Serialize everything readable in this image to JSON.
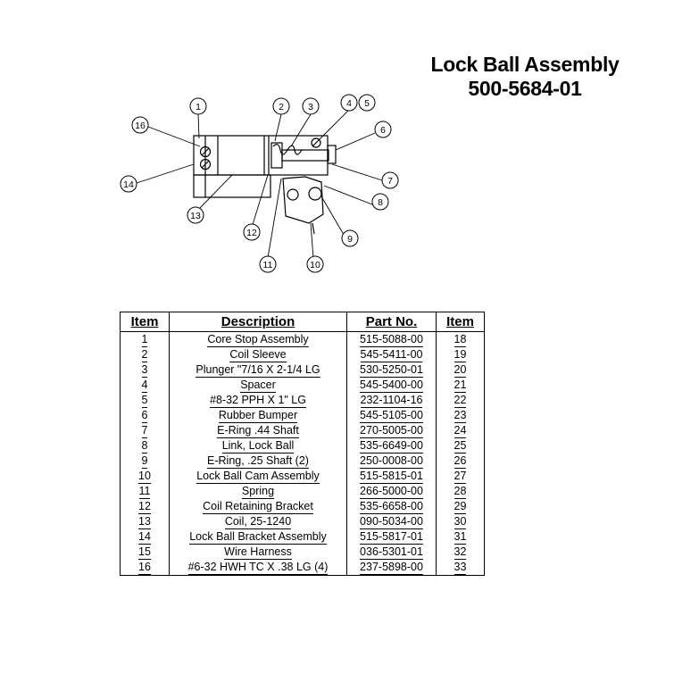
{
  "title": "Lock Ball Assembly",
  "part_number": "500-5684-01",
  "diagram": {
    "callouts": [
      "1",
      "2",
      "3",
      "4",
      "5",
      "6",
      "7",
      "8",
      "9",
      "10",
      "11",
      "12",
      "13",
      "14",
      "16"
    ]
  },
  "table": {
    "headers": [
      "Item",
      "Description",
      "Part No.",
      "Item"
    ],
    "rows": [
      {
        "item": "1",
        "description": "Core Stop Assembly",
        "part_no": "515-5088-00",
        "item2": "18"
      },
      {
        "item": "2",
        "description": "Coil Sleeve",
        "part_no": "545-5411-00",
        "item2": "19"
      },
      {
        "item": "3",
        "description": "Plunger \"7/16 X 2-1/4 LG",
        "part_no": "530-5250-01",
        "item2": "20"
      },
      {
        "item": "4",
        "description": "Spacer",
        "part_no": "545-5400-00",
        "item2": "21"
      },
      {
        "item": "5",
        "description": "#8-32 PPH X 1\" LG",
        "part_no": "232-1104-16",
        "item2": "22"
      },
      {
        "item": "6",
        "description": "Rubber Bumper",
        "part_no": "545-5105-00",
        "item2": "23"
      },
      {
        "item": "7",
        "description": "E-Ring .44 Shaft",
        "part_no": "270-5005-00",
        "item2": "24"
      },
      {
        "item": "8",
        "description": "Link, Lock Ball",
        "part_no": "535-6649-00",
        "item2": "25"
      },
      {
        "item": "9",
        "description": "E-Ring, .25 Shaft (2)",
        "part_no": "250-0008-00",
        "item2": "26"
      },
      {
        "item": "10",
        "description": "Lock Ball Cam Assembly",
        "part_no": "515-5815-01",
        "item2": "27"
      },
      {
        "item": "11",
        "description": "Spring",
        "part_no": "266-5000-00",
        "item2": "28"
      },
      {
        "item": "12",
        "description": "Coil Retaining Bracket",
        "part_no": "535-6658-00",
        "item2": "29"
      },
      {
        "item": "13",
        "description": "Coil, 25-1240",
        "part_no": "090-5034-00",
        "item2": "30"
      },
      {
        "item": "14",
        "description": "Lock Ball Bracket Assembly",
        "part_no": "515-5817-01",
        "item2": "31"
      },
      {
        "item": "15",
        "description": "Wire Harness",
        "part_no": "036-5301-01",
        "item2": "32"
      },
      {
        "item": "16",
        "description": "#6-32 HWH TC X .38 LG (4)",
        "part_no": "237-5898-00",
        "item2": "33"
      }
    ]
  }
}
